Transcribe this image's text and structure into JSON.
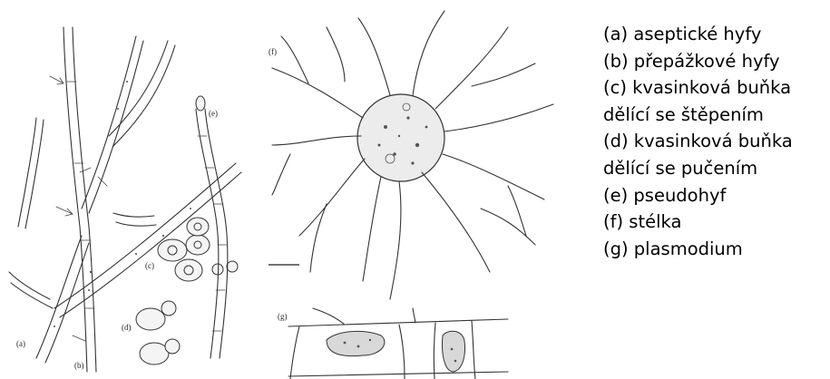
{
  "figure": {
    "panel_labels": {
      "a": "(a)",
      "b": "(b)",
      "c": "(c)",
      "d": "(d)",
      "e": "(e)",
      "f": "(f)",
      "g": "(g)"
    }
  },
  "legend": {
    "lines": [
      "(a) aseptické hyfy",
      "(b) přepážkové hyfy",
      "(c) kvasinková buňka",
      "dělící se štěpením",
      "(d) kvasinková buňka",
      "dělící se pučením",
      "(e) pseudohyf",
      "(f) stélka",
      "(g) plasmodium"
    ]
  }
}
